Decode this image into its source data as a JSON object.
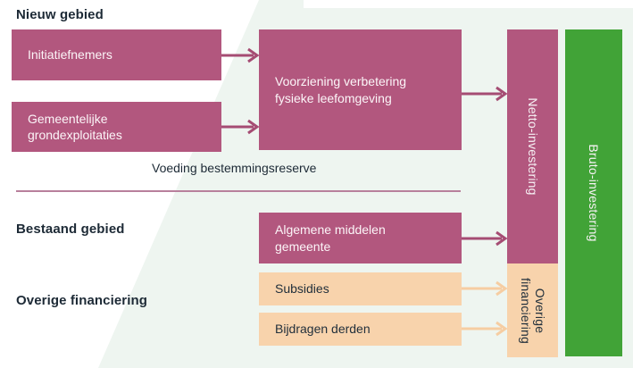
{
  "diagram": {
    "headings": {
      "nieuw_gebied": "Nieuw gebied",
      "bestaand_gebied": "Bestaand gebied",
      "overige_financiering": "Overige financiering"
    },
    "boxes": {
      "initiatiefnemers": "Initiatiefnemers",
      "gemeentelijke_grondexploitaties": "Gemeentelijke grondexploitaties",
      "voorziening": "Voorziening verbetering fysieke leefomgeving",
      "algemene_middelen": "Algemene middelen gemeente",
      "subsidies": "Subsidies",
      "bijdragen_derden": "Bijdragen derden"
    },
    "caption": "Voeding bestemmingsreserve",
    "bars": {
      "netto_investering": "Netto-investering",
      "overige_financiering": "Overige financiering",
      "bruto_investering": "Bruto-investering"
    },
    "colors": {
      "pink": "#b2577e",
      "peach": "#f8d3ac",
      "green": "#41a337",
      "background_mint": "#eef5f0",
      "dark_text": "#1d2a36"
    }
  }
}
